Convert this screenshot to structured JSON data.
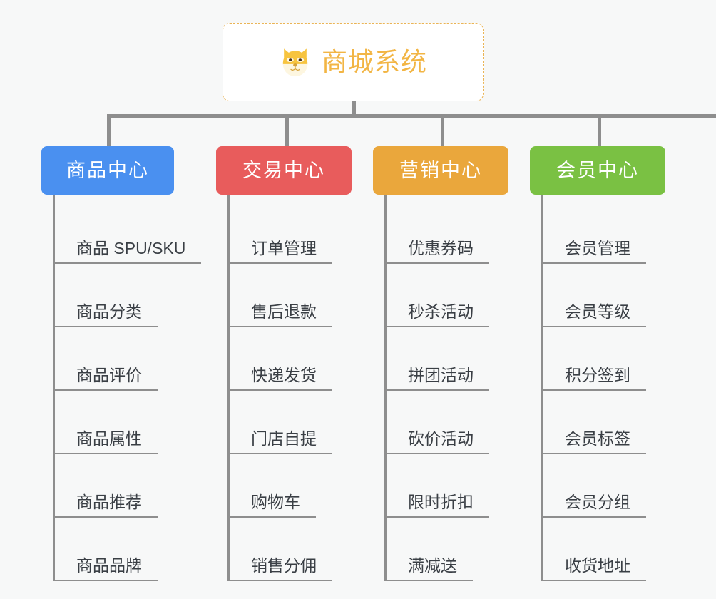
{
  "canvas": {
    "background": "#f7f8f8",
    "line_color": "#8e8e8e"
  },
  "root": {
    "title": "商城系统",
    "icon": "shiba-dog-icon",
    "text_color": "#f2b544",
    "border_color": "#eab455",
    "background": "#ffffff"
  },
  "branches": [
    {
      "label": "商品中心",
      "color": "#4a90f0",
      "items": [
        "商品 SPU/SKU",
        "商品分类",
        "商品评价",
        "商品属性",
        "商品推荐",
        "商品品牌"
      ]
    },
    {
      "label": "交易中心",
      "color": "#e85c5c",
      "items": [
        "订单管理",
        "售后退款",
        "快递发货",
        "门店自提",
        "购物车",
        "销售分佣"
      ]
    },
    {
      "label": "营销中心",
      "color": "#eaa73c",
      "items": [
        "优惠券码",
        "秒杀活动",
        "拼团活动",
        "砍价活动",
        "限时折扣",
        "满减送"
      ]
    },
    {
      "label": "会员中心",
      "color": "#7ac143",
      "items": [
        "会员管理",
        "会员等级",
        "积分签到",
        "会员标签",
        "会员分组",
        "收货地址"
      ]
    }
  ]
}
